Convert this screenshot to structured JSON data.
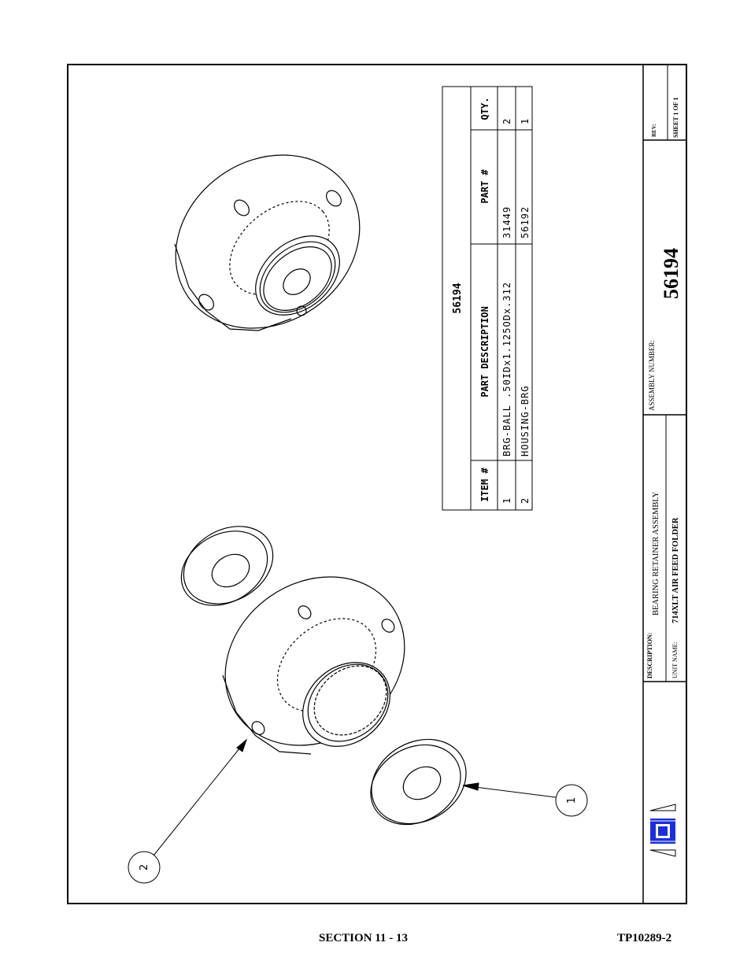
{
  "bom": {
    "title": "56194",
    "headers": {
      "item": "ITEM #",
      "description": "PART DESCRIPTION",
      "part": "PART #",
      "qty": "QTY."
    },
    "rows": [
      {
        "item": "1",
        "description": "BRG-BALL .50IDx1.125ODx.312",
        "part": "31449",
        "qty": "2"
      },
      {
        "item": "2",
        "description": "HOUSING-BRG",
        "part": "56192",
        "qty": "1"
      }
    ]
  },
  "title_block": {
    "description_label": "DESCRIPTION:",
    "description_value": "BEARING RETAINER ASSEMBLY",
    "unit_name_label": "UNIT NAME:",
    "unit_name_value": "714XLT AIR FEED FOLDER",
    "assembly_label": "ASSEMBLY NUMBER:",
    "assembly_value": "56194",
    "rev_label": "REV:",
    "sheet_label": "SHEET 1 OF 1"
  },
  "balloons": {
    "b1": "1",
    "b2": "2"
  },
  "footer": {
    "section": "SECTION 11 -  13",
    "doc": "TP10289-2"
  },
  "colors": {
    "logo_blue": "#1a2ee0"
  }
}
